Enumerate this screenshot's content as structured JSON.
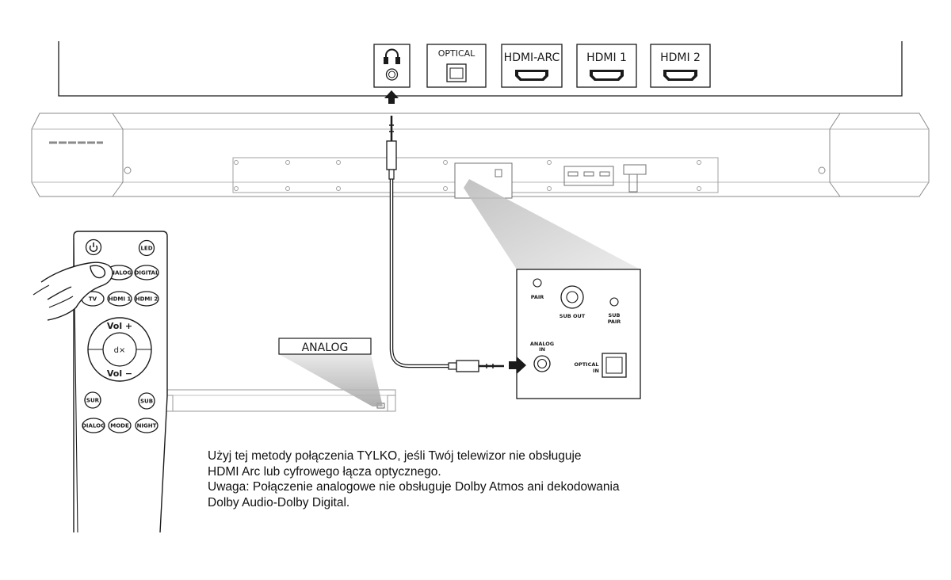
{
  "tv_ports": {
    "headphone_icon": "headphones-icon",
    "optical": "OPTICAL",
    "hdmi_arc": "HDMI-ARC",
    "hdmi1": "HDMI 1",
    "hdmi2": "HDMI 2"
  },
  "rear_panel": {
    "pair": "PAIR",
    "sub_out": "SUB OUT",
    "sub_pair_1": "SUB",
    "sub_pair_2": "PAIR",
    "analog_in_1": "ANALOG",
    "analog_in_2": "IN",
    "optical_in_1": "OPTICAL",
    "optical_in_2": "IN"
  },
  "callout": {
    "label": "ANALOG"
  },
  "remote": {
    "power_icon": "power-icon",
    "led": "LED",
    "analog": "ANALOG",
    "digital": "DIGITAL",
    "tv": "TV",
    "hdmi1": "HDMI 1",
    "hdmi2": "HDMI 2",
    "vol_up": "Vol +",
    "vol_down": "Vol −",
    "mute": "d×",
    "sur": "(SUR)",
    "sub": "SUB",
    "dialog": "DIALOG",
    "mode": "MODE",
    "night": "NIGHT"
  },
  "note": {
    "line1": "Użyj tej metody połączenia TYLKO, jeśli Twój telewizor nie obsługuje",
    "line2": "HDMI Arc lub cyfrowego łącza optycznego.",
    "line3": "Uwaga: Połączenie analogowe nie obsługuje Dolby Atmos ani dekodowania",
    "line4": "Dolby Audio-Dolby Digital."
  },
  "colors": {
    "line": "#1a1a1a",
    "light_line": "#9a9a9a",
    "shade": "#cfcfcf",
    "shade_dark": "#9c9c9c"
  }
}
